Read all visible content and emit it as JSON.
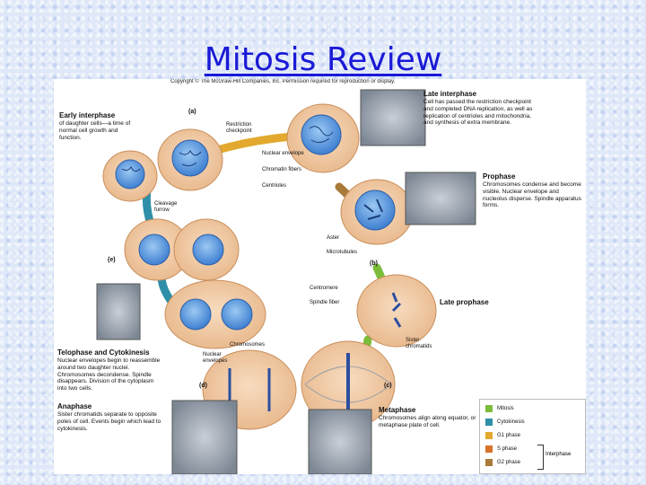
{
  "slide": {
    "title": "Mitosis Review"
  },
  "figure": {
    "copyright": "Copyright © The McGraw-Hill Companies, Inc. Permission required for reproduction or display.",
    "stage_tags": {
      "a": "(a)",
      "b": "(b)",
      "c": "(c)",
      "d": "(d)",
      "e": "(e)"
    },
    "early_interphase": {
      "heading": "Early interphase",
      "text": "of daughter cells—a time of normal cell growth and function."
    },
    "late_interphase": {
      "heading": "Late interphase",
      "text": "Cell has passed the restriction checkpoint and completed DNA replication, as well as replication of centrioles and mitochondria, and synthesis of extra membrane."
    },
    "prophase": {
      "heading": "Prophase",
      "text": "Chromosomes condense and become visible. Nuclear envelope and nucleolus disperse. Spindle apparatus forms."
    },
    "late_prophase": {
      "heading": "Late prophase"
    },
    "metaphase": {
      "heading": "Metaphase",
      "text": "Chromosomes align along equator, or metaphase plate of cell."
    },
    "anaphase": {
      "heading": "Anaphase",
      "text": "Sister chromatids separate to opposite poles of cell. Events begin which lead to cytokinesis."
    },
    "telophase": {
      "heading": "Telophase and Cytokinesis",
      "text": "Nuclear envelopes begin to reassemble around two daughter nuclei. Chromosomes decondense. Spindle disappears. Division of the cytoplasm into two cells."
    },
    "labels": {
      "restriction": "Restriction checkpoint",
      "nuclear_envelope": "Nuclear envelope",
      "chromatin": "Chromatin fibers",
      "centrioles": "Centrioles",
      "cleavage": "Cleavage furrow",
      "aster": "Aster",
      "microtubules": "Microtubules",
      "centromere": "Centromere",
      "spindle_fiber": "Spindle fiber",
      "sister_chromatids": "Sister chromatids",
      "chromosomes": "Chromosomes",
      "nuclear_envelopes": "Nuclear envelopes"
    },
    "legend": {
      "items": [
        {
          "label": "Mitosis",
          "color": "#7bbd3a"
        },
        {
          "label": "Cytokinesis",
          "color": "#2f8fa8"
        },
        {
          "label": "G1 phase",
          "color": "#e2a92e"
        },
        {
          "label": "S phase",
          "color": "#d9722a"
        },
        {
          "label": "G2 phase",
          "color": "#a97a3a"
        }
      ],
      "interphase": "Interphase"
    }
  }
}
